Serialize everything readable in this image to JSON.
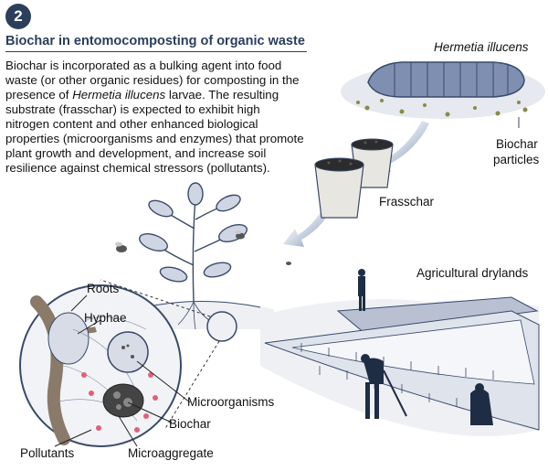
{
  "panel": {
    "number": "2",
    "title": "Biochar in entomocomposting of organic waste",
    "description": {
      "part1": "Biochar is incorporated as a bulking agent into food waste (or other organic residues) for composting in the presence of ",
      "species": "Hermetia illucens",
      "part2": " larvae. The resulting substrate (frasschar) is expected to exhibit high nitrogen content and other enhanced biological properties (microorganisms and enzymes) that promote plant growth and development, and increase soil resilience against chemical stressors (pollutants)."
    }
  },
  "labels": {
    "larva": "Hermetia illucens",
    "biochar_particles_line1": "Biochar",
    "biochar_particles_line2": "particles",
    "frasschar": "Frasschar",
    "drylands": "Agricultural drylands",
    "roots": "Roots",
    "hyphae": "Hyphae",
    "microorganisms": "Microorganisms",
    "biochar": "Biochar",
    "pollutants": "Pollutants",
    "microaggregate": "Microaggregate"
  },
  "colors": {
    "title_navy": "#2b3f5c",
    "illustration_ink": "#3a4a6a",
    "larva_fill": "#7f8fb2",
    "pollutant_pink": "#e0607a",
    "arrow_blue": "#4a6a9a"
  }
}
